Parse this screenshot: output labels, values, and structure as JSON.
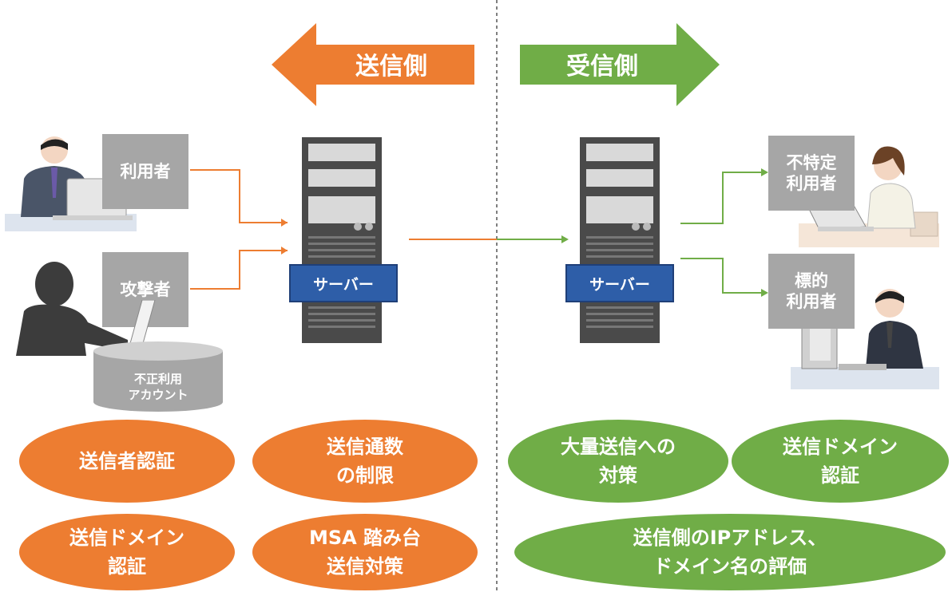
{
  "colors": {
    "orange": "#ed7d31",
    "green": "#70ad47",
    "gray": "#a6a6a6",
    "server_blue": "#2e5ea8"
  },
  "header": {
    "sender_side": "送信側",
    "receiver_side": "受信側"
  },
  "left": {
    "user_label": "利用者",
    "attacker_label": "攻撃者",
    "account_label": "不正利用\nアカウント",
    "server_label": "サーバー"
  },
  "right": {
    "server_label": "サーバー",
    "unspecified_user_label": "不特定\n利用者",
    "target_user_label": "標的\n利用者"
  },
  "measures": {
    "sender_auth": "送信者認証",
    "send_limit": "送信通数\nの制限",
    "sender_domain_auth_left": "送信ドメイン\n認証",
    "msa_relay": "MSA 踏み台\n送信対策",
    "mass_mail": "大量送信への\n対策",
    "sender_domain_auth_right": "送信ドメイン\n認証",
    "ip_eval": "送信側のIPアドレス、\nドメイン名の評価"
  },
  "icons": [
    "person-at-laptop-icon",
    "attacker-silhouette-icon",
    "server-tower-icon",
    "woman-at-laptop-icon",
    "man-at-desktop-icon"
  ]
}
